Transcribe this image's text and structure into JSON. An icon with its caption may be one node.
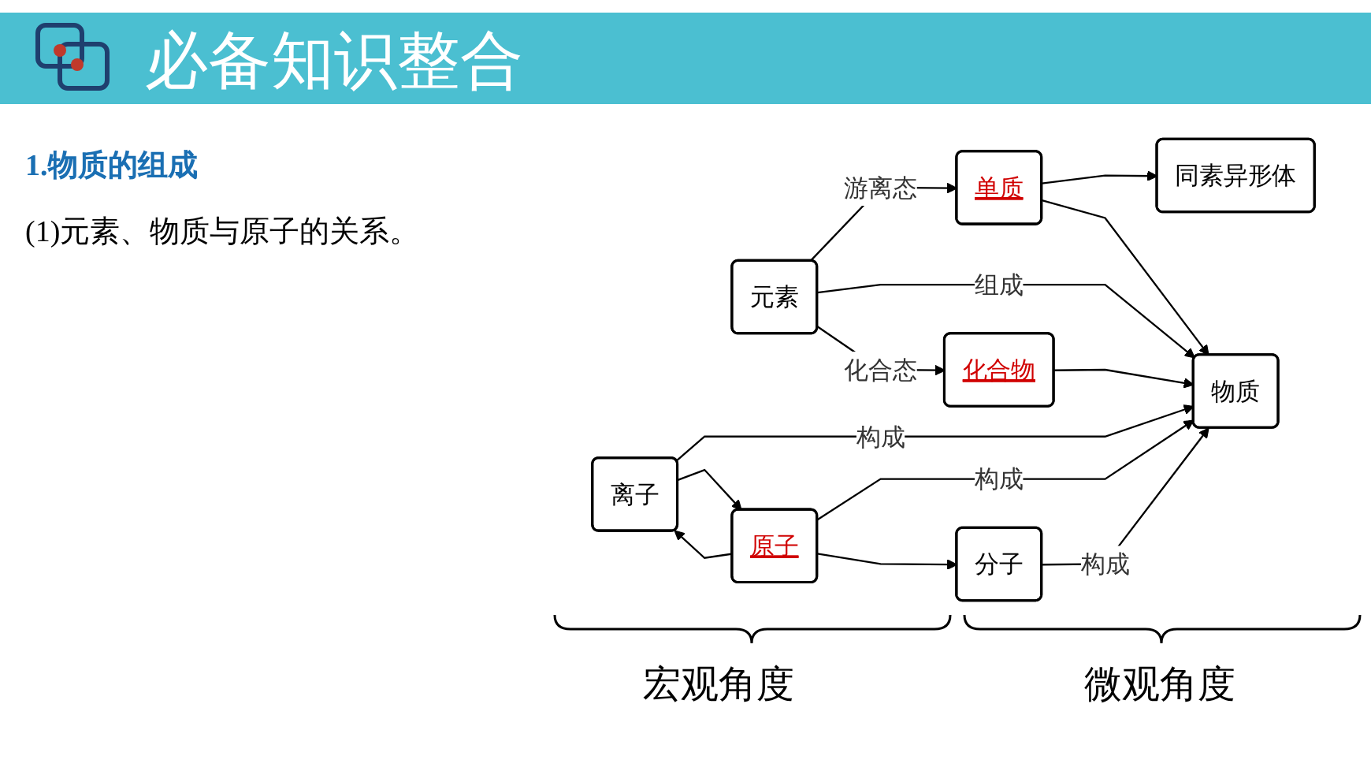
{
  "diagram": {
    "title": "必备知识整合",
    "nodes": [
      {
        "text": [
          "单质"
        ]
      },
      {
        "text": [
          "同素异形体"
        ]
      },
      {
        "text": [
          "离子"
        ]
      },
      {
        "text": [
          "元素"
        ]
      },
      {
        "text": [
          "物质"
        ]
      },
      {
        "text": [
          "原子"
        ]
      },
      {
        "text": [
          "化合物"
        ]
      },
      {
        "text": [
          "分子"
        ]
      }
    ],
    "edges": [
      {
        "from": 0,
        "to": 1,
        "arrow": "to"
      },
      {
        "from": 0,
        "to": 4,
        "arrow": "to"
      },
      {
        "from": 3,
        "to": 0,
        "arrow": "to",
        "label": "游离态"
      },
      {
        "from": 3,
        "to": 4,
        "arrow": "to",
        "label": "组成"
      },
      {
        "from": 3,
        "to": 6,
        "arrow": "to",
        "label": "化合态"
      },
      {
        "from": 6,
        "to": 4,
        "arrow": "to"
      },
      {
        "from": 2,
        "to": 4,
        "arrow": "to",
        "label": "构成"
      },
      {
        "from": 5,
        "to": 4,
        "arrow": "to",
        "label": "构成"
      },
      {
        "from": 7,
        "to": 4,
        "arrow": "to",
        "label": "构成"
      },
      {
        "from": 5,
        "to": 2,
        "arrow": "to"
      },
      {
        "from": 2,
        "to": 5,
        "arrow": "to"
      },
      {
        "from": 5,
        "to": 7,
        "arrow": "to"
      }
    ],
    "labels": [
      "1.物质的组成",
      "(1)元素、物质与原子的关系。",
      "宏观角度",
      "微观角度"
    ]
  }
}
